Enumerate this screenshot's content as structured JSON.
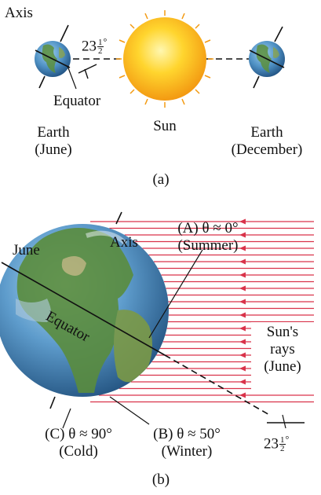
{
  "panel_a": {
    "axis_label": "Axis",
    "angle_whole": "23",
    "angle_num": "1",
    "angle_den": "2",
    "angle_deg": "°",
    "equator_label": "Equator",
    "earth_left_line1": "Earth",
    "earth_left_line2": "(June)",
    "sun_label": "Sun",
    "earth_right_line1": "Earth",
    "earth_right_line2": "(December)",
    "caption": "(a)"
  },
  "panel_b": {
    "june_label": "June",
    "axis_label": "Axis",
    "point_a_line1": "(A) θ ≈ 0°",
    "point_a_line2": "(Summer)",
    "equator_label": "Equator",
    "rays_line1": "Sun's",
    "rays_line2": "rays",
    "rays_line3": "(June)",
    "point_c_line1": "(C) θ ≈ 90°",
    "point_c_line2": "(Cold)",
    "point_b_line1": "(B) θ ≈ 50°",
    "point_b_line2": "(Winter)",
    "angle_whole": "23",
    "angle_num": "1",
    "angle_den": "2",
    "angle_deg": "°",
    "caption": "(b)"
  },
  "colors": {
    "ray_red": "#d9334a",
    "ocean_blue": "#3e7fb3",
    "sun_yellow": "#f6c21d",
    "sun_orange": "#f08a12",
    "land_green": "#4f8a3a"
  }
}
